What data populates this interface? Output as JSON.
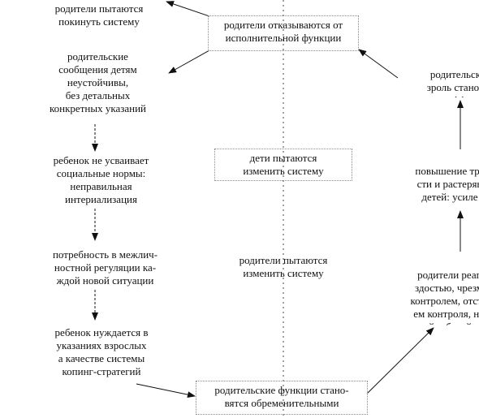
{
  "nodes": {
    "parents_refuse": "родители отказываются от\nисполнительной функции",
    "parents_leave": "родители пытаются\nпокинуть систему",
    "parent_messages": "родительские\nсообщения детям\nнеустойчивы,\nбез детальных\nконкретных указаний",
    "child_no_norms": "ребенок не усваивает\nсоциальные нормы:\nнеправильная\nинтериализация",
    "need_regulation": "потребность в межлич-\nностной регуляции ка-\nждой новой ситуации",
    "child_needs": "ребенок нуждается в\nуказаниях взрослых\nа качестве системы\nкопинг-стратегий",
    "functions_burden": "родительские функции стано-\nвятся обременительными",
    "children_try": "дети пытаются\nизменить систему",
    "parents_try": "родители пытаются\nизменить систему",
    "right_top": "родительск\nзроль станов\nнее эффект",
    "right_mid": "повышение тре\nсти и растерян\nдетей: усиле\nдемонстратив",
    "right_bottom": "родители реаг\nздостью, чрезм\nконтролем, отстр\nем контроля, но\nной заботой н"
  }
}
